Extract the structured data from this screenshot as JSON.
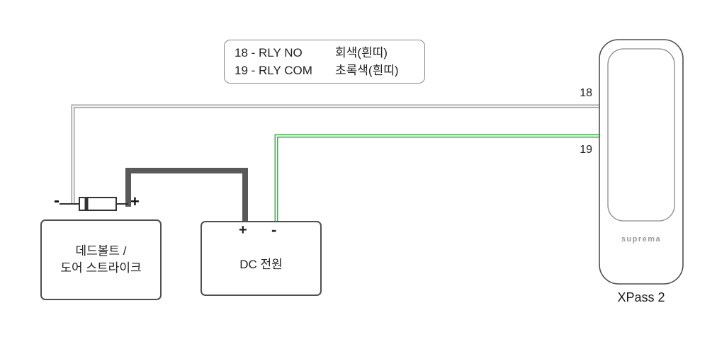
{
  "legend": {
    "rows": [
      {
        "pin": "18 - RLY NO",
        "color": "회색(흰띠)"
      },
      {
        "pin": "19 - RLY COM",
        "color": "초록색(흰띠)"
      }
    ]
  },
  "device": {
    "brand": "suprema",
    "name": "XPass 2",
    "pins": [
      {
        "label": "18"
      },
      {
        "label": "19"
      }
    ]
  },
  "boxes": {
    "deadbolt": {
      "label_line1": "데드볼트 /",
      "label_line2": "도어 스트라이크",
      "minus": "-",
      "plus": "+"
    },
    "dc_power": {
      "label": "DC 전원",
      "plus": "+",
      "minus": "-"
    }
  },
  "colors": {
    "gray_wire": "#a0a0a0",
    "green_wire": "#3cb54a",
    "dark_wire": "#595959",
    "outline": "#4f4f4f"
  }
}
